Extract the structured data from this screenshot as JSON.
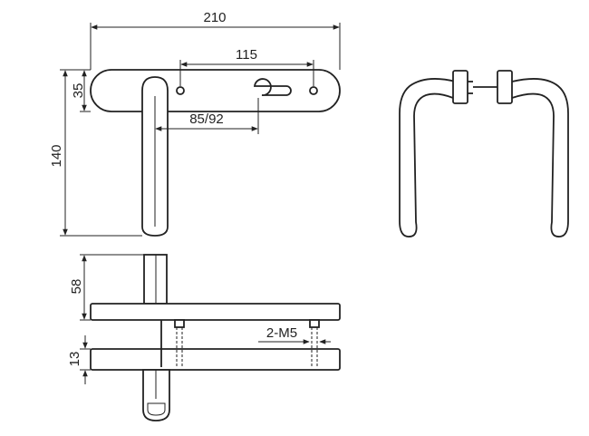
{
  "dimensions": {
    "overall_width": "210",
    "hole_spacing": "115",
    "backset": "85/92",
    "plate_height": "35",
    "handle_height": "140",
    "rose_height": "58",
    "door_thickness": "13",
    "screw_spec": "2-M5"
  }
}
